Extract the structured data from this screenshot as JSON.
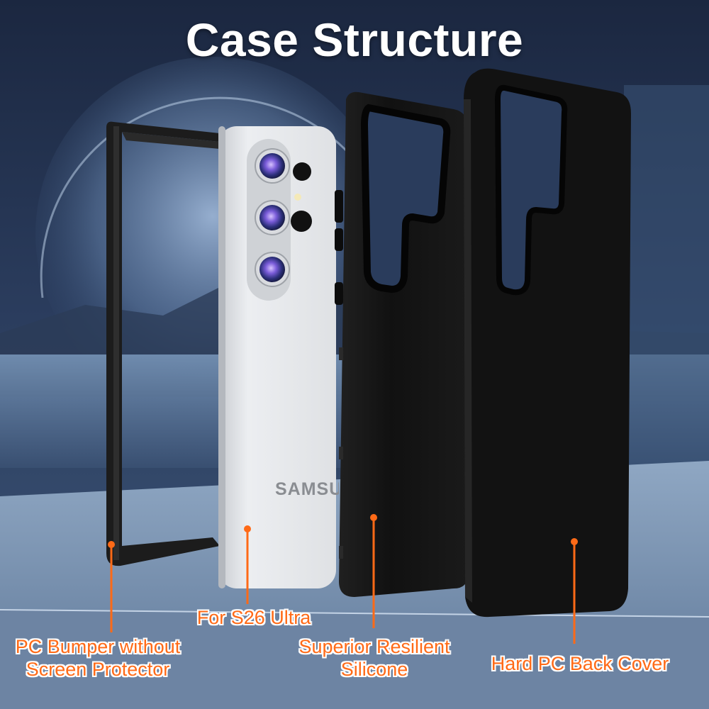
{
  "title": "Case Structure",
  "product": {
    "brand_text": "SAMSUNG"
  },
  "callouts": {
    "bumper": {
      "line1": "PC Bumper without",
      "line2": "Screen Protector"
    },
    "phone": {
      "line1": "For S26 Ultra"
    },
    "silicone": {
      "line1": "Superior Resilient",
      "line2": "Silicone"
    },
    "cover": {
      "line1": "Hard PC Back Cover"
    }
  },
  "colors": {
    "accent": "#ff6a17",
    "title": "#ffffff",
    "case": "#141414",
    "phone_body": "#e4e6e9"
  }
}
